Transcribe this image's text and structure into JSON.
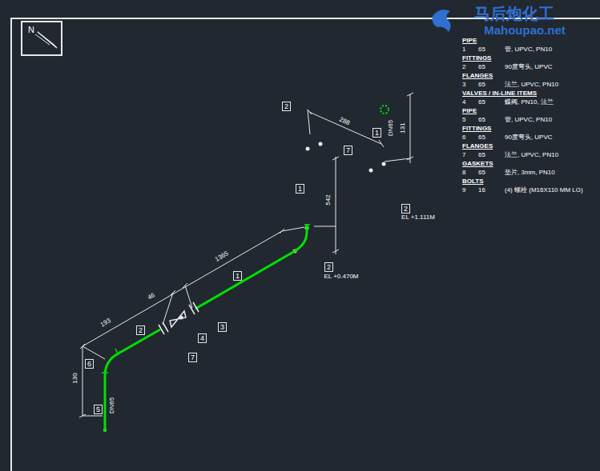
{
  "diagram": {
    "nodes": [
      {
        "text": [
          "N"
        ]
      },
      {
        "text": [
          "2"
        ]
      },
      {
        "text": [
          "1"
        ]
      },
      {
        "text": [
          "7"
        ]
      },
      {
        "text": [
          "1"
        ]
      },
      {
        "text": [
          "2"
        ]
      },
      {
        "text": [
          "2"
        ]
      },
      {
        "text": [
          "1"
        ]
      },
      {
        "text": [
          "3"
        ]
      },
      {
        "text": [
          "4"
        ]
      },
      {
        "text": [
          "7"
        ]
      },
      {
        "text": [
          "6"
        ]
      },
      {
        "text": [
          "5"
        ]
      },
      {
        "text": [
          "2"
        ]
      }
    ],
    "labels": [
      "马后炮化工",
      "Mahoupao.net",
      "PIPE",
      "1",
      "65",
      "管, UPVC, PN10",
      "FITTINGS",
      "2",
      "65",
      "90度弯头, UPVC",
      "FLANGES",
      "3",
      "65",
      "法兰, UPVC, PN10",
      "VALVES / IN-LINE ITEMS",
      "4",
      "65",
      "蝶阀, PN10, 法兰",
      "PIPE",
      "5",
      "65",
      "管, UPVC, PN10",
      "FITTINGS",
      "6",
      "65",
      "90度弯头, UPVC",
      "FLANGES",
      "7",
      "65",
      "法兰, UPVC, PN10",
      "GASKETS",
      "8",
      "65",
      "垫片, 3mm, PN10",
      "BOLTS",
      "9",
      "16",
      "(4) 螺栓 (M16X110 MM LG)",
      "288",
      "DN65",
      "131",
      "542",
      "EL +1.111M",
      "EL +0.470M",
      "1365",
      "46",
      "193",
      "130",
      "DN65"
    ]
  }
}
